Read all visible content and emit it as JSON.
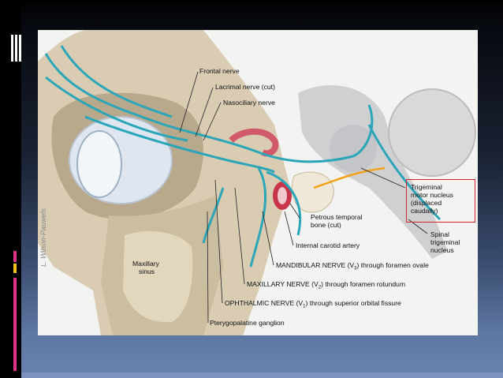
{
  "labels": {
    "frontal_nerve": "Frontal nerve",
    "lacrimal_nerve": "Lacrimal nerve (cut)",
    "nasociliary_nerve": "Nasociliary nerve",
    "trigeminal_motor_line1": "Trigeminal",
    "trigeminal_motor_line2": "motor nucleus",
    "trigeminal_motor_line3": "(displaced",
    "trigeminal_motor_line4": "caudally)",
    "petrous_line1": "Petrous temporal",
    "petrous_line2": "bone (cut)",
    "spinal_line1": "Spinal",
    "spinal_line2": "trigeminal",
    "spinal_line3": "nucleus",
    "internal_carotid": "Internal carotid artery",
    "maxillary_sinus_line1": "Maxillary",
    "maxillary_sinus_line2": "sinus",
    "mandibular_prefix": "MANDIBULAR NERVE (V",
    "mandibular_sub": "3",
    "mandibular_suffix": ") through foramen ovale",
    "maxillary_prefix": "MAXILLARY NERVE (V",
    "maxillary_sub": "2",
    "maxillary_suffix": ") through foramen rotundum",
    "ophthalmic_prefix": "OPHTHALMIC NERVE (V",
    "ophthalmic_sub": "1",
    "ophthalmic_suffix": ") through superior orbital fissure",
    "pterygopalatine": "Pterygopalatine ganglion",
    "signature": "L. Wilson-Pauwels"
  },
  "colors": {
    "nerve": "#2aa6b8",
    "highlight_box": "#d8232a",
    "accent_pink": "#e0338a",
    "accent_yellow": "#f2c21b"
  }
}
